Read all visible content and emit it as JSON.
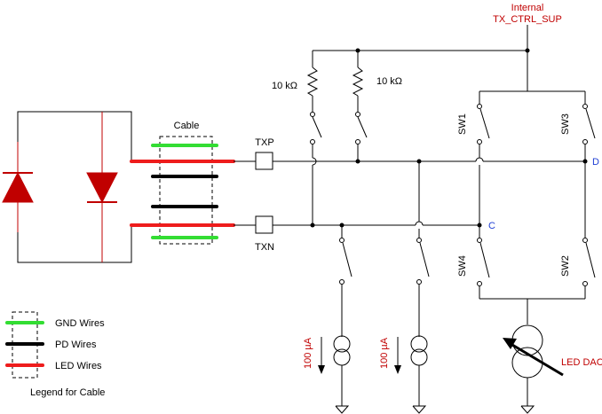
{
  "supply": {
    "line1": "Internal",
    "line2": "TX_CTRL_SUP"
  },
  "resistors": {
    "r1": "10 kΩ",
    "r2": "10 kΩ"
  },
  "cable": {
    "title": "Cable"
  },
  "nodes": {
    "txp": "TXP",
    "txn": "TXN",
    "c": "C",
    "d": "D"
  },
  "switches": {
    "sw1": "SW1",
    "sw2": "SW2",
    "sw3": "SW3",
    "sw4": "SW4"
  },
  "sources": {
    "i1": "100 µA",
    "i2": "100 µA",
    "dac": "LED DAC"
  },
  "legend": {
    "gnd": "GND Wires",
    "pd": "PD Wires",
    "led": "LED Wires",
    "title": "Legend for Cable"
  },
  "colors": {
    "gnd_wire": "#33dd33",
    "pd_wire": "#000000",
    "led_wire": "#ee1c1c",
    "supply_text": "#c00000",
    "node_text": "#1f3fd4",
    "diode": "#c00000"
  }
}
